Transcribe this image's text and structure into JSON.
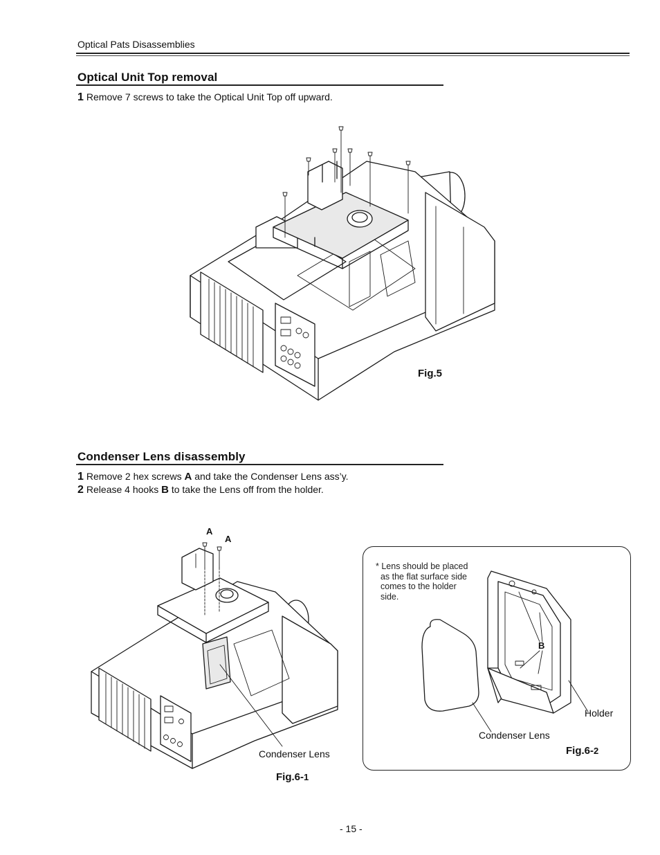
{
  "header": {
    "title": "Optical Pats Disassemblies"
  },
  "section1": {
    "title": "Optical Unit Top removal",
    "steps": [
      {
        "num": "1",
        "text": "Remove 7 screws to take the Optical Unit Top off upward."
      }
    ],
    "figure_label": "Fig.5"
  },
  "section2": {
    "title": "Condenser Lens disassembly",
    "steps": [
      {
        "num": "1",
        "pre": "Remove 2 hex screws ",
        "key": "A",
        "post": " and take the Condenser Lens ass’y."
      },
      {
        "num": "2",
        "pre": "Release 4 hooks ",
        "key": "B",
        "post": " to  take the Lens off from the holder."
      }
    ],
    "figure1": {
      "label_main": "Fig.6-",
      "label_sub": "1",
      "callouts": {
        "a1": "A",
        "a2": "A",
        "lens": "Condenser Lens"
      }
    },
    "figure2": {
      "label_main": "Fig.6-",
      "label_sub": "2",
      "note": "* Lens should be placed\n  as the flat surface side\n  comes to the holder\n  side.",
      "callouts": {
        "b": "B",
        "holder": "Holder",
        "lens": "Condenser Lens"
      }
    }
  },
  "footer": {
    "page": "- 15 -"
  }
}
